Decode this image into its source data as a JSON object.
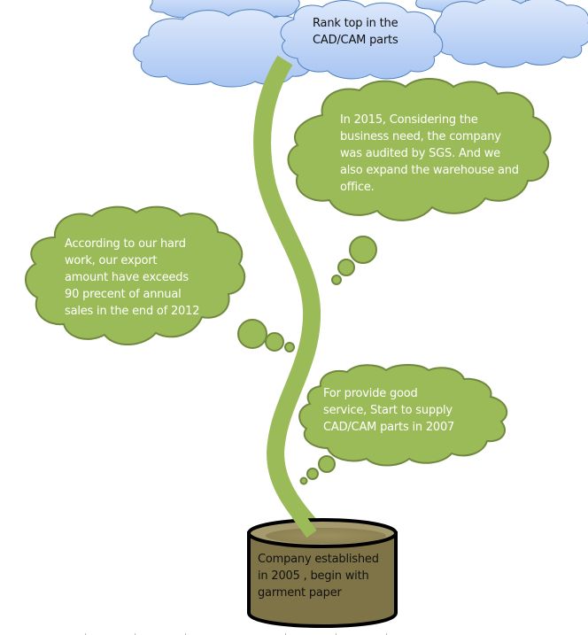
{
  "diagram": {
    "type": "growth-timeline",
    "colors": {
      "stem": "#9bbb59",
      "green_cloud_fill": "#9bbb59",
      "green_cloud_stroke": "#71893f",
      "blue_cloud_fill_top": "#dbe7fb",
      "blue_cloud_fill_bottom": "#a9c6f3",
      "blue_cloud_stroke": "#4f81bd",
      "pot_fill": "#7f7447",
      "pot_top_fill": "#958a5c",
      "pot_stroke": "#000000"
    },
    "milestones": [
      {
        "id": "pot",
        "year": "2005",
        "text_lines": [
          "Company established",
          "in 2005 , begin with",
          "garment paper"
        ]
      },
      {
        "id": "cloud-2007",
        "year": "2007",
        "text_lines": [
          "For provide good",
          "service, Start to supply",
          "CAD/CAM parts in 2007"
        ]
      },
      {
        "id": "cloud-2012",
        "year": "2012",
        "text_lines": [
          "According to our hard",
          "work,  our export",
          "amount have exceeds",
          "90 precent of annual",
          "sales in the end of 2012"
        ]
      },
      {
        "id": "cloud-2015",
        "year": "2015",
        "text_lines": [
          "In 2015, Considering the",
          "business need, the company",
          "was audited by SGS. And we",
          "also expand the warehouse and",
          "office."
        ]
      },
      {
        "id": "top-cloud",
        "year": "",
        "text_lines": [
          "Rank top in the",
          "CAD/CAM parts"
        ]
      }
    ]
  }
}
